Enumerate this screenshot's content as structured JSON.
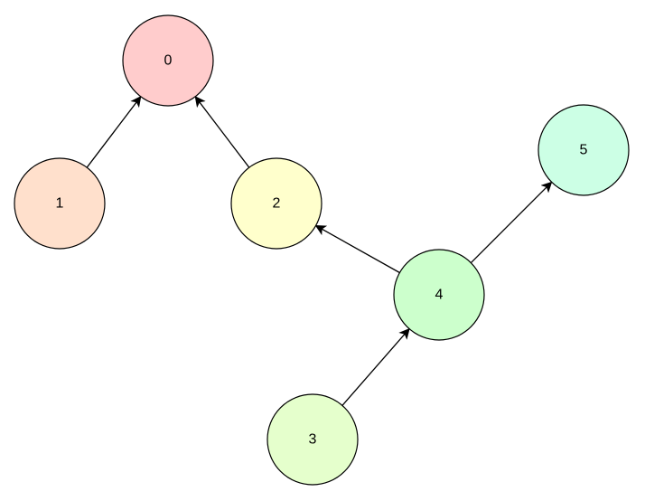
{
  "diagram": {
    "nodes": [
      {
        "id": "0",
        "label": "0",
        "color": "#ffcccc"
      },
      {
        "id": "1",
        "label": "1",
        "color": "#ffe0cc"
      },
      {
        "id": "2",
        "label": "2",
        "color": "#ffffcc"
      },
      {
        "id": "3",
        "label": "3",
        "color": "#e5ffcc"
      },
      {
        "id": "4",
        "label": "4",
        "color": "#ccffcc"
      },
      {
        "id": "5",
        "label": "5",
        "color": "#ccffe5"
      }
    ],
    "edges": [
      {
        "from": "1",
        "to": "0"
      },
      {
        "from": "2",
        "to": "0"
      },
      {
        "from": "4",
        "to": "2"
      },
      {
        "from": "4",
        "to": "5"
      },
      {
        "from": "3",
        "to": "4"
      }
    ]
  }
}
